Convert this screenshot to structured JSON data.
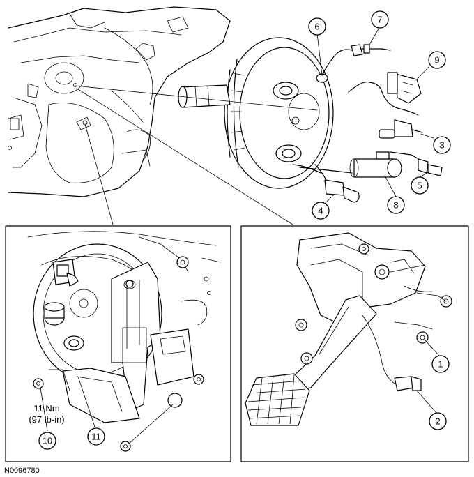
{
  "figure_id": "N0096780",
  "callouts": {
    "c1": "1",
    "c2": "2",
    "c3": "3",
    "c4": "4",
    "c5": "5",
    "c6": "6",
    "c7": "7",
    "c8": "8",
    "c9": "9",
    "c10": "10",
    "c11": "11"
  },
  "torque_spec": {
    "line1": "11 Nm",
    "line2": "(97 lb-in)"
  }
}
